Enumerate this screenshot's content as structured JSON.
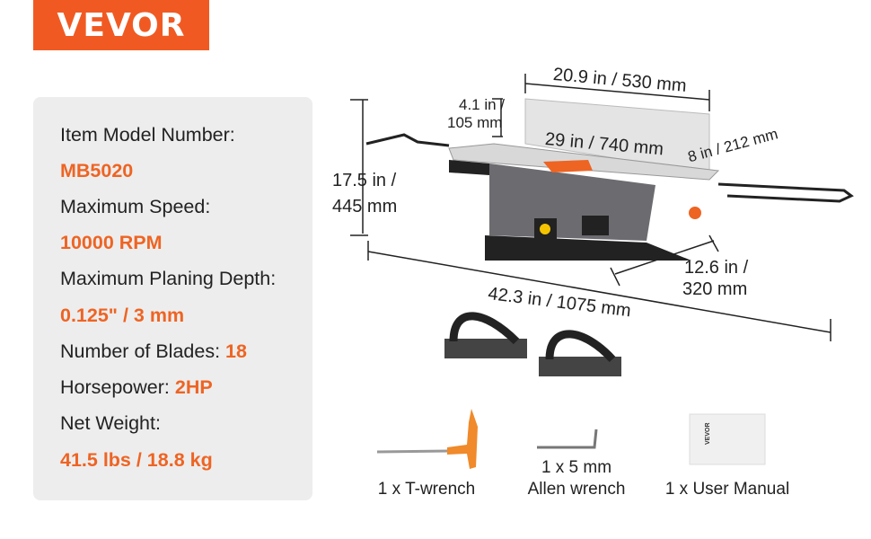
{
  "brand": "VEVOR",
  "specs": [
    {
      "label": "Item Model Number:",
      "value": "MB5020"
    },
    {
      "label": "Maximum Speed:",
      "value": "10000 RPM"
    },
    {
      "label": "Maximum Planing Depth:",
      "value": "0.125\" / 3 mm"
    },
    {
      "label": "Number of Blades:",
      "value": "18"
    },
    {
      "label": "Horsepower:",
      "value": "2HP"
    },
    {
      "label": "Net Weight:",
      "value": "41.5 lbs / 18.8 kg"
    }
  ],
  "dimensions": {
    "fence_length": "20.9 in / 530 mm",
    "fence_height_in": "4.1 in /",
    "fence_height_mm": "105 mm",
    "table_length": "29 in / 740 mm",
    "table_width": "8 in / 212 mm",
    "height_in": "17.5 in /",
    "height_mm": "445 mm",
    "depth_in": "12.6 in /",
    "depth_mm": "320 mm",
    "overall_length": "42.3 in / 1075 mm"
  },
  "accessories": [
    {
      "line1": "1 x T-wrench"
    },
    {
      "line1": "1 x 5 mm",
      "line2": "Allen wrench"
    },
    {
      "line1": "1 x User Manual"
    }
  ],
  "colors": {
    "brand": "#f05a22",
    "accent": "#ee6423",
    "panel": "#ededed"
  }
}
